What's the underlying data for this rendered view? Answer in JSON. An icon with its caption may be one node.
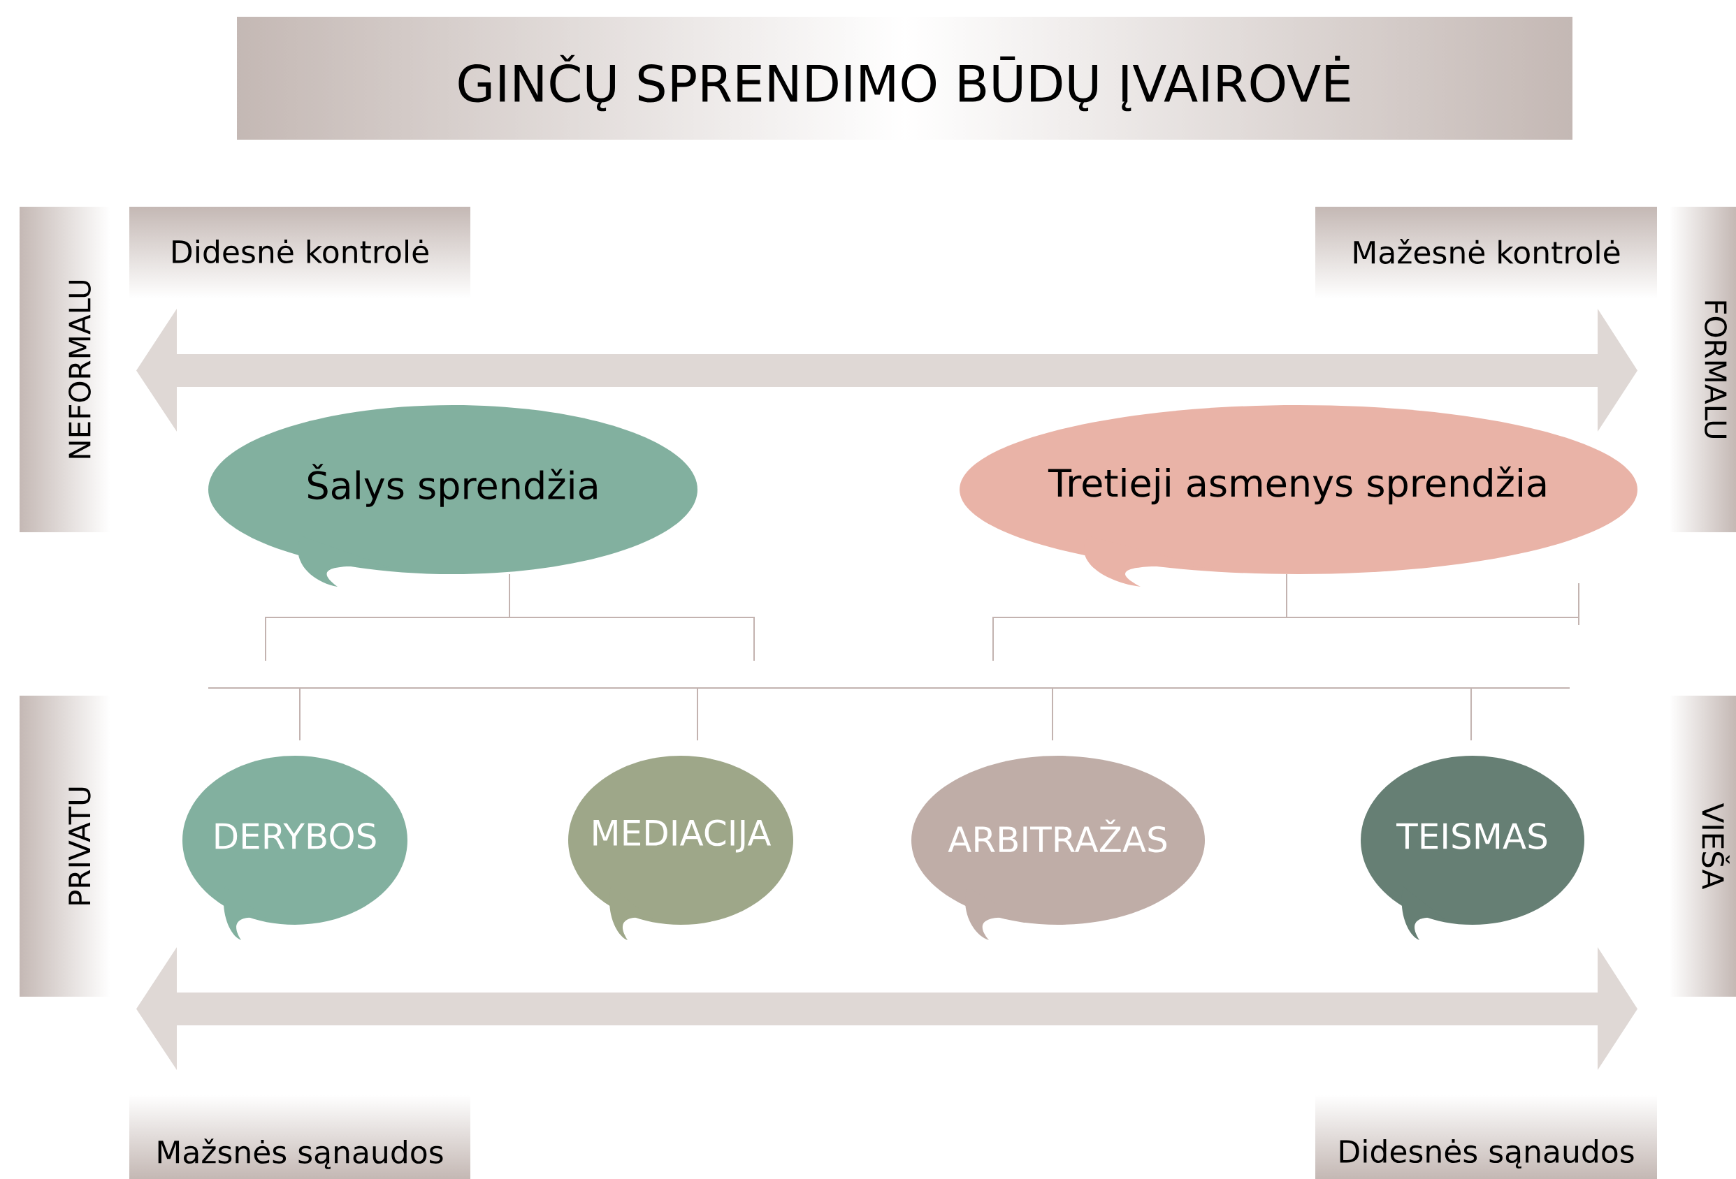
{
  "diagram": {
    "title": "GINČŲ SPRENDIMO BŪDŲ ĮVAIROVĖ",
    "nodes": [
      {
        "text": [
          "Didesnė kontrolė"
        ]
      },
      {
        "text": [
          "Mažesnė kontrolė"
        ]
      },
      {
        "text": [
          "NEFORMALU"
        ]
      },
      {
        "text": [
          "FORMALU"
        ]
      },
      {
        "text": [
          "Šalys sprendžia"
        ]
      },
      {
        "text": [
          "Tretieji asmenys sprendžia"
        ]
      },
      {
        "text": [
          "PRIVATU"
        ]
      },
      {
        "text": [
          "DERYBOS"
        ]
      },
      {
        "text": [
          "MEDIACIJA"
        ]
      },
      {
        "text": [
          "ARBITRAŽAS"
        ]
      },
      {
        "text": [
          "TEISMAS"
        ]
      },
      {
        "text": [
          "VIEŠA"
        ]
      },
      {
        "text": [
          "Mažsnės sąnaudos"
        ]
      },
      {
        "text": [
          "Didesnės sąnaudos"
        ]
      }
    ]
  }
}
